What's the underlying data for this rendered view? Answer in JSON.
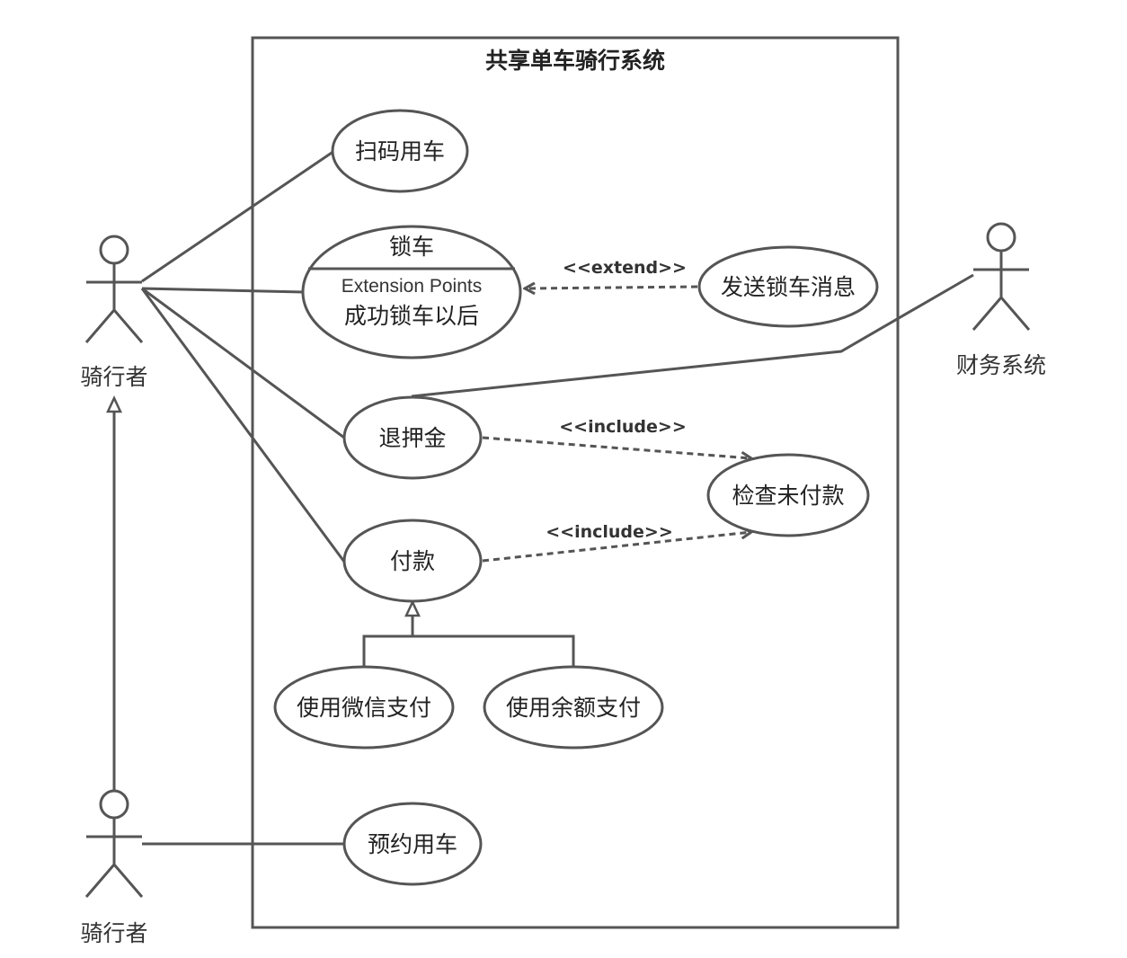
{
  "system": {
    "title": "共享单车骑行系统"
  },
  "actors": {
    "rider_top": "骑行者",
    "rider_bottom": "骑行者",
    "finance": "财务系统"
  },
  "use_cases": {
    "scan": "扫码用车",
    "lock": "锁车",
    "lock_ext_header": "Extension Points",
    "lock_ext_point": "成功锁车以后",
    "send_lock_msg": "发送锁车消息",
    "refund": "退押金",
    "check_unpaid": "检查未付款",
    "pay": "付款",
    "pay_wechat": "使用微信支付",
    "pay_balance": "使用余额支付",
    "reserve": "预约用车"
  },
  "stereotypes": {
    "extend": "<<extend>>",
    "include_refund": "<<include>>",
    "include_pay": "<<include>>"
  }
}
